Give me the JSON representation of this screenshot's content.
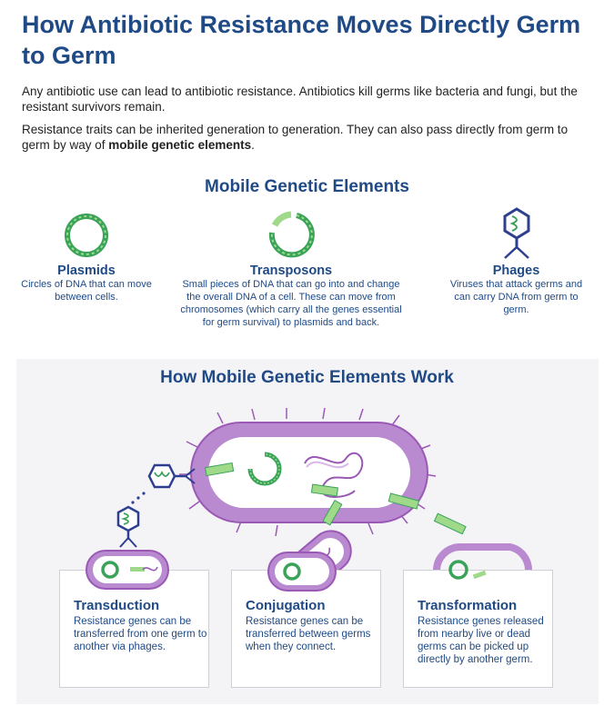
{
  "title": "How Antibiotic Resistance Moves Directly Germ to Germ",
  "intro": {
    "p1": "Any antibiotic use can lead to antibiotic resistance. Antibiotics kill germs like bacteria and fungi, but the resistant survivors remain.",
    "p2_before": "Resistance traits can be inherited generation to generation. They can also pass directly from germ to germ by way of ",
    "p2_bold": "mobile genetic elements",
    "p2_after": "."
  },
  "mge_section": {
    "title": "Mobile Genetic Elements",
    "items": [
      {
        "name": "Plasmids",
        "description": "Circles of DNA that can move between cells."
      },
      {
        "name": "Transposons",
        "description": "Small pieces of DNA that can go into and change the overall DNA of a cell. These can move from chromosomes (which carry all the genes essential for germ survival) to plasmids and back."
      },
      {
        "name": "Phages",
        "description": "Viruses that attack germs and can carry DNA from germ to germ."
      }
    ]
  },
  "how_section": {
    "title": "How Mobile Genetic Elements Work",
    "cards": [
      {
        "name": "Transduction",
        "description": "Resistance genes can be transferred from one germ to another via phages."
      },
      {
        "name": "Conjugation",
        "description": "Resistance genes can be transferred between germs when they connect."
      },
      {
        "name": "Transformation",
        "description": "Resistance genes released from nearby live or dead germs can be picked up directly by another germ."
      }
    ]
  },
  "colors": {
    "navy": "#1f4a86",
    "purple": "#9b59b6",
    "light_purple": "#d8b8e6",
    "green": "#3aa35a",
    "light_green": "#9fd98a"
  }
}
